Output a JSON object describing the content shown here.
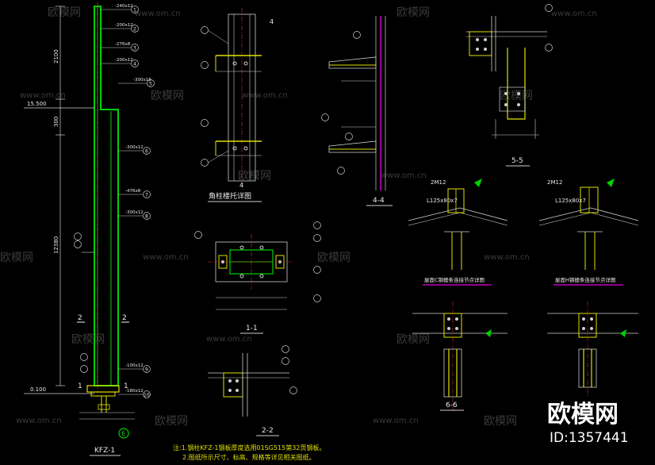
{
  "watermark": {
    "url_text": "www.om.cn",
    "brand_text": "欧模网",
    "id_text": "ID:1357441"
  },
  "column": {
    "title": "KFZ-1",
    "elevations": [
      "15.500",
      "0.100"
    ],
    "dims_left": [
      "2100",
      "300",
      "12380"
    ],
    "callouts": [
      {
        "num": "1",
        "spec": "-240x12"
      },
      {
        "num": "2",
        "spec": "-200x12"
      },
      {
        "num": "3",
        "spec": "-276x8"
      },
      {
        "num": "4",
        "spec": "-200x12"
      },
      {
        "num": "5",
        "spec": "-300x16"
      },
      {
        "num": "6",
        "spec": "-300x12"
      },
      {
        "num": "7",
        "spec": "-476x8"
      },
      {
        "num": "8",
        "spec": "-300x12"
      },
      {
        "num": "9",
        "spec": "-100x12"
      },
      {
        "num": "10",
        "spec": "-180x12"
      }
    ],
    "marker_bottom": "6"
  },
  "details": {
    "corner_bracket_title": "角柱楼托详图",
    "section_44": "4-4",
    "section_55": "5-5",
    "section_11": "1-1",
    "section_22": "2-2",
    "section_66": "6-6",
    "node_a_title": "屋面C钢檩条连接节点详图",
    "node_b_title": "屋面H钢檩条连接节点详图",
    "angle_spec_a": "L125x80x7",
    "angle_spec_b": "L125x80x7",
    "bolt_spec": "2M12"
  },
  "notes": {
    "line1": "注:1.钢柱KFZ-1钢板厚度选用01SG515第32页钢板。",
    "line2": "2.图纸所示尺寸、标高、规格等详见相关图纸。"
  }
}
